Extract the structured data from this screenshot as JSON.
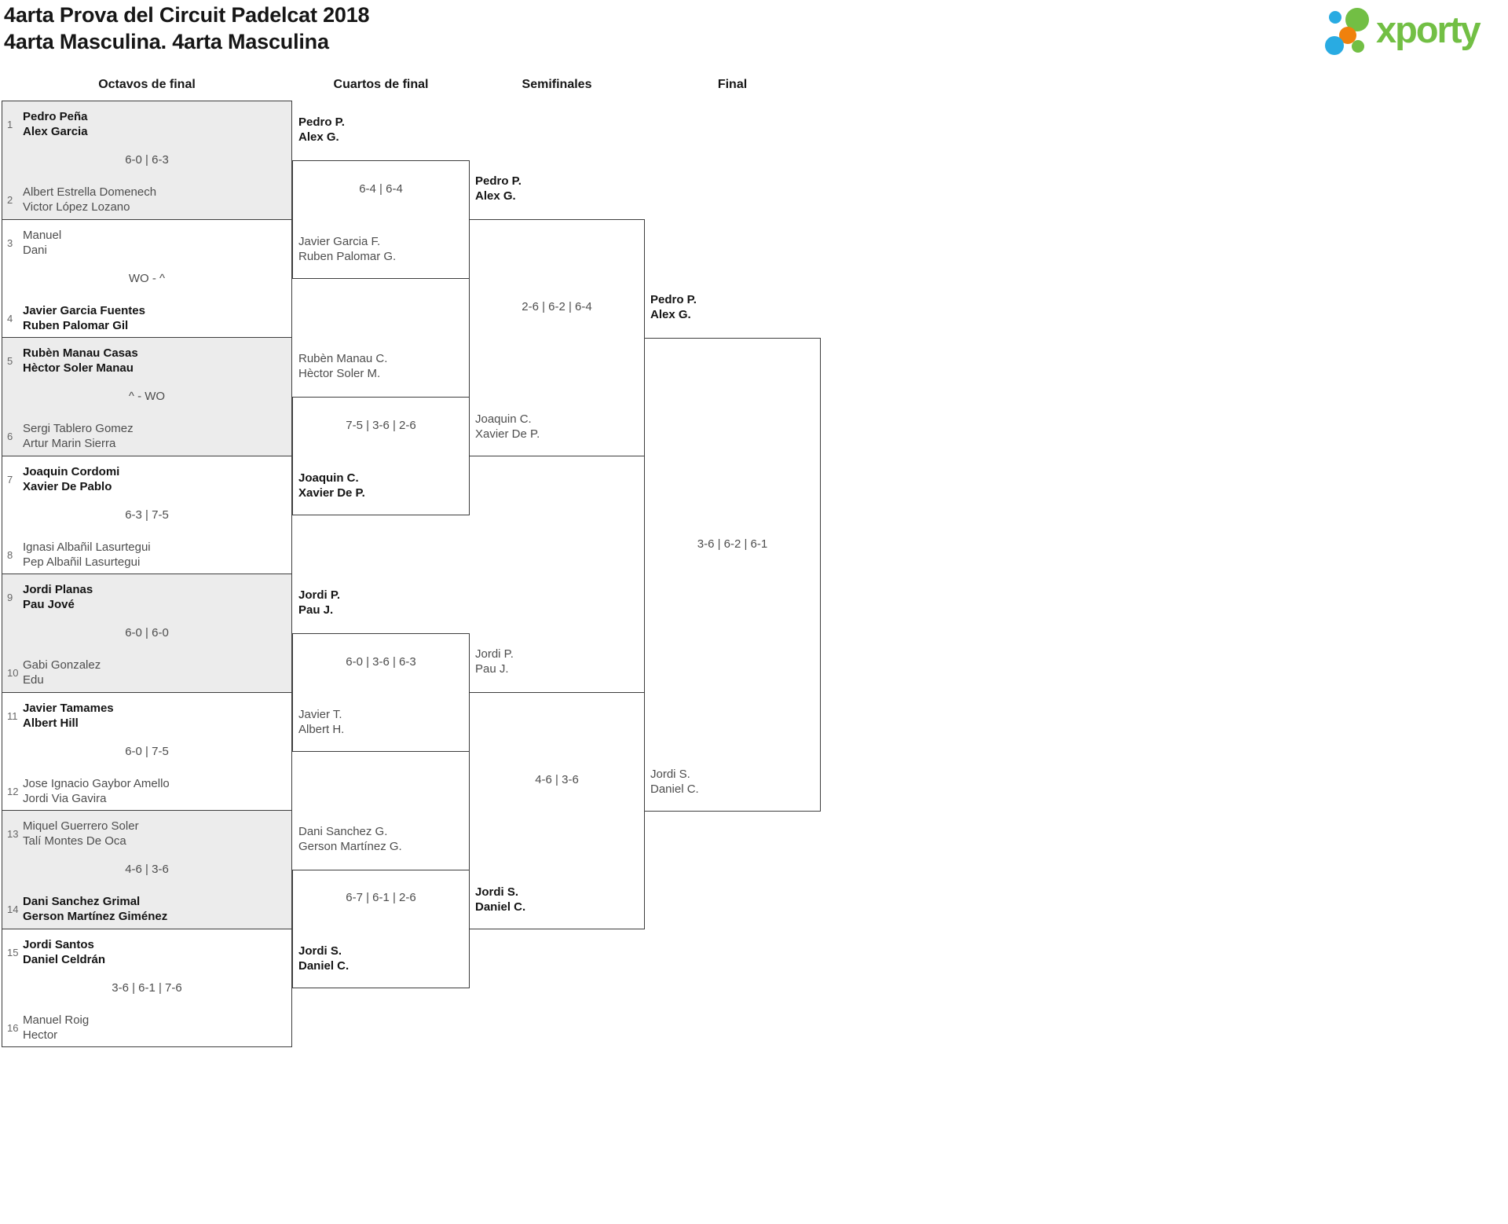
{
  "header": {
    "title": "4arta Prova del Circuit Padelcat 2018",
    "subtitle": "4arta Masculina. 4arta Masculina",
    "logo_text": "xporty",
    "logo_colors": {
      "green": "#72bf44",
      "blue": "#29abe2",
      "orange": "#f0810d"
    }
  },
  "rounds": [
    "Octavos de final",
    "Cuartos de final",
    "Semifinales",
    "Final"
  ],
  "bracket": {
    "r16": [
      {
        "seed1": "1",
        "team1": [
          "Pedro Peña",
          "Alex Garcia"
        ],
        "score": "6-0 | 6-3",
        "seed2": "2",
        "team2": [
          "Albert Estrella Domenech",
          "Victor López Lozano"
        ],
        "winner": "top"
      },
      {
        "seed1": "3",
        "team1": [
          "Manuel",
          "Dani"
        ],
        "score": "WO - ^",
        "seed2": "4",
        "team2": [
          "Javier Garcia Fuentes",
          "Ruben Palomar Gil"
        ],
        "winner": "bottom"
      },
      {
        "seed1": "5",
        "team1": [
          "Rubèn Manau Casas",
          "Hèctor Soler Manau"
        ],
        "score": "^ - WO",
        "seed2": "6",
        "team2": [
          "Sergi Tablero Gomez",
          "Artur Marin Sierra"
        ],
        "winner": "top"
      },
      {
        "seed1": "7",
        "team1": [
          "Joaquin Cordomi",
          "Xavier De Pablo"
        ],
        "score": "6-3 | 7-5",
        "seed2": "8",
        "team2": [
          "Ignasi Albañil Lasurtegui",
          "Pep Albañil Lasurtegui"
        ],
        "winner": "top"
      },
      {
        "seed1": "9",
        "team1": [
          "Jordi Planas",
          "Pau Jové"
        ],
        "score": "6-0 | 6-0",
        "seed2": "10",
        "team2": [
          "Gabi Gonzalez",
          "Edu"
        ],
        "winner": "top"
      },
      {
        "seed1": "11",
        "team1": [
          "Javier Tamames",
          "Albert Hill"
        ],
        "score": "6-0 | 7-5",
        "seed2": "12",
        "team2": [
          "Jose Ignacio Gaybor Amello",
          "Jordi Via Gavira"
        ],
        "winner": "top"
      },
      {
        "seed1": "13",
        "team1": [
          "Miquel Guerrero Soler",
          "Talí Montes De Oca"
        ],
        "score": "4-6 | 3-6",
        "seed2": "14",
        "team2": [
          "Dani Sanchez Grimal",
          "Gerson Martínez Giménez"
        ],
        "winner": "bottom"
      },
      {
        "seed1": "15",
        "team1": [
          "Jordi Santos",
          "Daniel Celdrán"
        ],
        "score": "3-6 | 6-1 | 7-6",
        "seed2": "16",
        "team2": [
          "Manuel Roig",
          "Hector"
        ],
        "winner": "top"
      }
    ],
    "qf": [
      {
        "top": [
          "Pedro P.",
          "Alex G."
        ],
        "bottom": [
          "Javier Garcia F.",
          "Ruben Palomar G."
        ],
        "score": "6-4 | 6-4",
        "winner": "top"
      },
      {
        "top": [
          "Rubèn Manau C.",
          "Hèctor Soler M."
        ],
        "bottom": [
          "Joaquin C.",
          "Xavier De P."
        ],
        "score": "7-5 | 3-6 | 2-6",
        "winner": "bottom"
      },
      {
        "top": [
          "Jordi P.",
          "Pau J."
        ],
        "bottom": [
          "Javier T.",
          "Albert H."
        ],
        "score": "6-0 | 3-6 | 6-3",
        "winner": "top"
      },
      {
        "top": [
          "Dani Sanchez G.",
          "Gerson Martínez G."
        ],
        "bottom": [
          "Jordi S.",
          "Daniel C."
        ],
        "score": "6-7 | 6-1 | 2-6",
        "winner": "bottom"
      }
    ],
    "sf": [
      {
        "top": [
          "Pedro P.",
          "Alex G."
        ],
        "bottom": [
          "Joaquin C.",
          "Xavier De P."
        ],
        "score": "2-6 | 6-2 | 6-4",
        "winner": "top"
      },
      {
        "top": [
          "Jordi P.",
          "Pau J."
        ],
        "bottom": [
          "Jordi S.",
          "Daniel C."
        ],
        "score": "4-6 | 3-6",
        "winner": "bottom"
      }
    ],
    "final": {
      "top": [
        "Pedro P.",
        "Alex G."
      ],
      "bottom": [
        "Jordi S.",
        "Daniel C."
      ],
      "score": "3-6 | 6-2 | 6-1",
      "winner": "top"
    }
  }
}
